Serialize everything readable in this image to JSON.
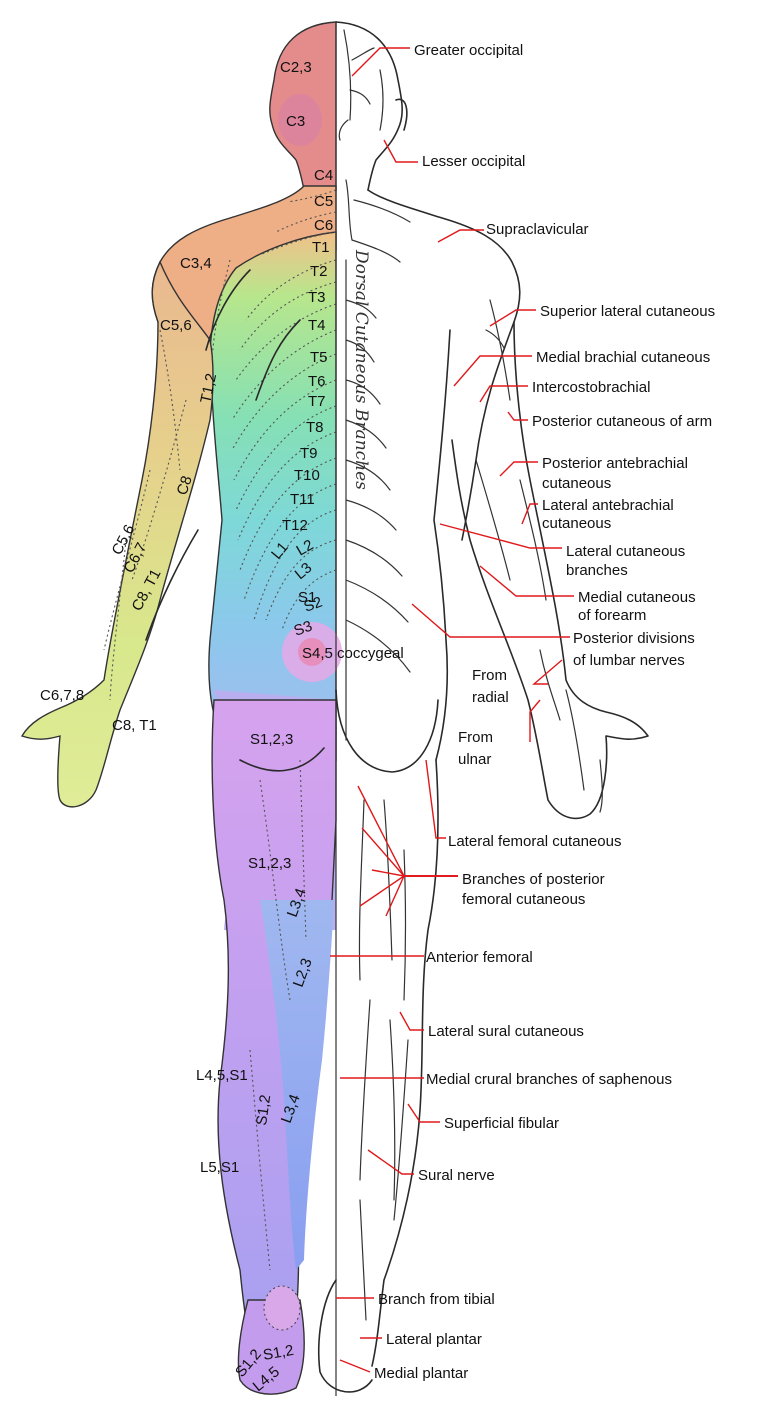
{
  "dermatome_labels": [
    "C2,3",
    "C3",
    "C4",
    "C5",
    "C6",
    "C3,4",
    "T1",
    "T2",
    "T3",
    "T4",
    "C5,6",
    "T5",
    "T6",
    "T1,2",
    "T7",
    "T8",
    "T9",
    "C8",
    "T10",
    "T11",
    "T12",
    "C5,6",
    "C6,7",
    "L1",
    "L2",
    "C8, T1",
    "L3",
    "S1",
    "S2",
    "S3",
    "S4,5 coccygeal",
    "C6,7,8",
    "C8, T1",
    "S1,2,3",
    "S1,2,3",
    "L3,4",
    "L2,3",
    "L4,5,S1",
    "S1,2",
    "L3,4",
    "L5,S1",
    "S1,2",
    "S1,2",
    "L4,5"
  ],
  "nerve_labels": [
    "Greater occipital",
    "Lesser occipital",
    "Supraclavicular",
    "Superior lateral cutaneous",
    "Medial brachial cutaneous",
    "Intercostobrachial",
    "Posterior cutaneous of arm",
    "Posterior antebrachial",
    "cutaneous",
    "Lateral antebrachial",
    "cutaneous",
    "Lateral cutaneous",
    "branches",
    "Medial cutaneous",
    "of forearm",
    "Posterior divisions",
    "of lumbar nerves",
    "From",
    "radial",
    "From",
    "ulnar",
    "Lateral femoral cutaneous",
    "Branches of posterior",
    "femoral cutaneous",
    "Anterior femoral",
    "Lateral sural cutaneous",
    "Medial crural branches of saphenous",
    "Superficial fibular",
    "Sural nerve",
    "Branch from tibial",
    "Lateral plantar",
    "Medial plantar"
  ],
  "vertical_caption": "Dorsal Cutaneous Branches",
  "colors": {
    "cervical_high": "#e88c8c",
    "cervical_low": "#f0b48a",
    "arm": "#e9cf8f",
    "forearm": "#d9e88a",
    "thoracic_high": "#a6e08c",
    "thoracic_mid": "#7fdcc0",
    "thoracic_low": "#8ccfe8",
    "lumbar": "#9fc4f0",
    "sacral": "#d6a0ec",
    "sacral_core": "#e2a0d8",
    "leg_lateral": "#9c9cf0",
    "leader": "#e0191b"
  }
}
